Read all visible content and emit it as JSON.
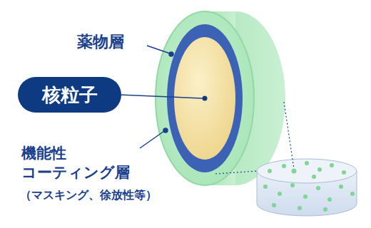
{
  "diagram": {
    "nodes": [
      {
        "text": [
          "核粒子"
        ]
      }
    ],
    "labels": [
      "薬物層",
      "機能性 コーティング層",
      "（マスキング、徐放性等）"
    ]
  }
}
